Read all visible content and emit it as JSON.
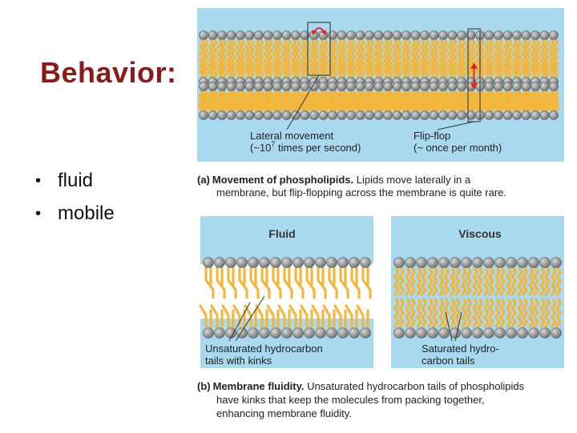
{
  "slide": {
    "title": "Behavior:",
    "bullets": [
      "fluid",
      "mobile"
    ]
  },
  "figure": {
    "panel_a": {
      "lateral_label_line1": "Lateral movement",
      "lateral_label_line2": "(~10",
      "lateral_label_exponent": "7",
      "lateral_label_line2_rest": " times per second)",
      "flipflop_label_line1": "Flip-flop",
      "flipflop_label_line2": "(~ once per month)",
      "caption_tag": "(a)",
      "caption_bold": "Movement of phospholipids.",
      "caption_line1_rest": " Lipids move laterally in a",
      "caption_line2": "membrane, but flip-flopping across the membrane is quite rare."
    },
    "panel_b": {
      "fluid_title": "Fluid",
      "viscous_title": "Viscous",
      "unsat_label_line1": "Unsaturated hydrocarbon",
      "unsat_label_line2": "tails with kinks",
      "sat_label_line1": "Saturated hydro-",
      "sat_label_line2": "carbon tails",
      "caption_tag": "(b)",
      "caption_bold": "Membrane fluidity.",
      "caption_line1_rest": " Unsaturated hydrocarbon tails of phospholipids",
      "caption_line2": "have kinks that keep the molecules from packing together,",
      "caption_line3": "enhancing membrane fluidity."
    },
    "colors": {
      "water": "#a9d9ee",
      "head": "#8c8c8c",
      "tail": "#f2b63c",
      "title_red": "#8b1a1a",
      "arrow": "#d62b2b"
    }
  }
}
